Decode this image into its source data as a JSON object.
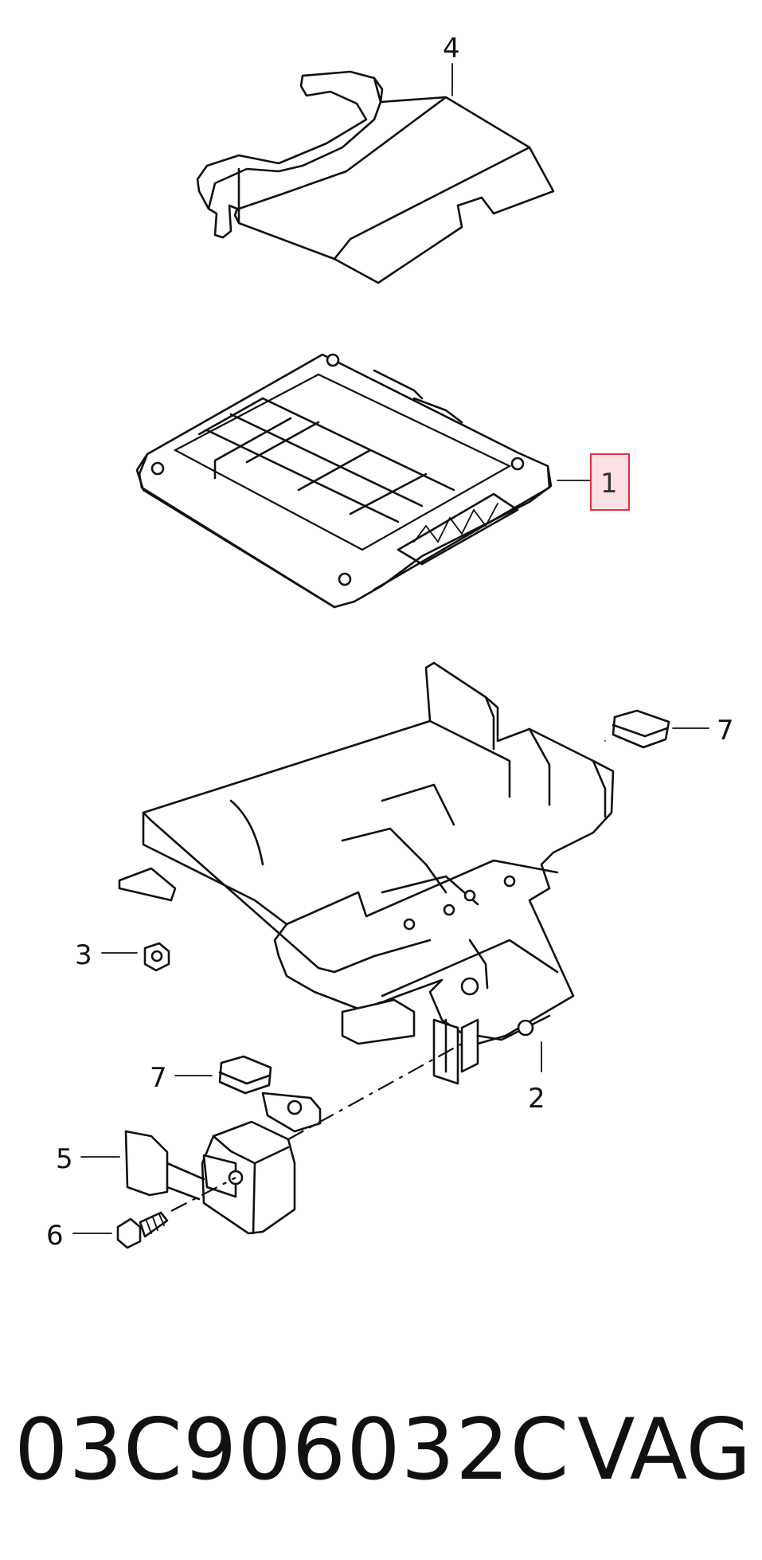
{
  "callouts": {
    "c1": "1",
    "c2": "2",
    "c3": "3",
    "c4": "4",
    "c5": "5",
    "c6": "6",
    "c7a": "7",
    "c7b": "7"
  },
  "highlight_color": "#e0303c",
  "footer": {
    "part_number": "03C906032C",
    "brand": "VAG"
  }
}
